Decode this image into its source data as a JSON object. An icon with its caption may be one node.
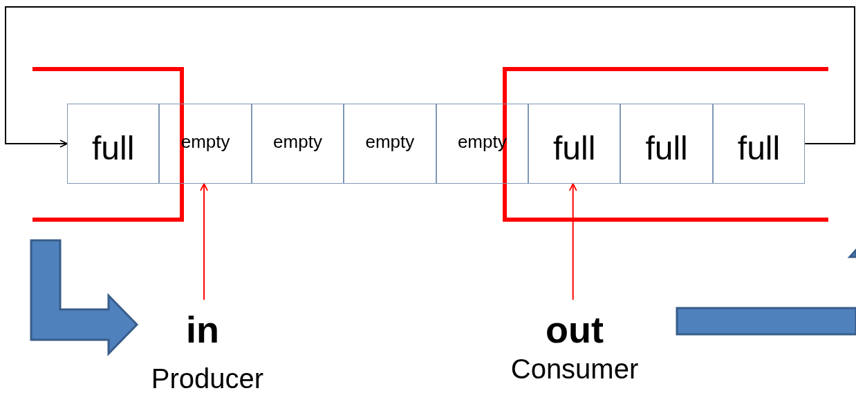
{
  "diagram": {
    "nodes": [
      {
        "text": [
          "full"
        ]
      },
      {
        "text": [
          "empty"
        ]
      },
      {
        "text": [
          "empty"
        ]
      },
      {
        "text": [
          "empty"
        ]
      },
      {
        "text": [
          "empty"
        ]
      },
      {
        "text": [
          "full"
        ]
      },
      {
        "text": [
          "full"
        ]
      },
      {
        "text": [
          "full"
        ]
      },
      {
        "text": [
          "in"
        ]
      },
      {
        "text": [
          "out"
        ]
      }
    ],
    "edges": [
      {
        "from": 7,
        "to": 0,
        "arrow": "to",
        "color": "#000000"
      },
      {
        "from": 8,
        "to": 1,
        "arrow": "to",
        "color": "#ff0000"
      },
      {
        "from": 9,
        "to": 5,
        "arrow": "to",
        "color": "#ff0000"
      }
    ],
    "labels": [
      "Producer",
      "Consumer"
    ]
  }
}
